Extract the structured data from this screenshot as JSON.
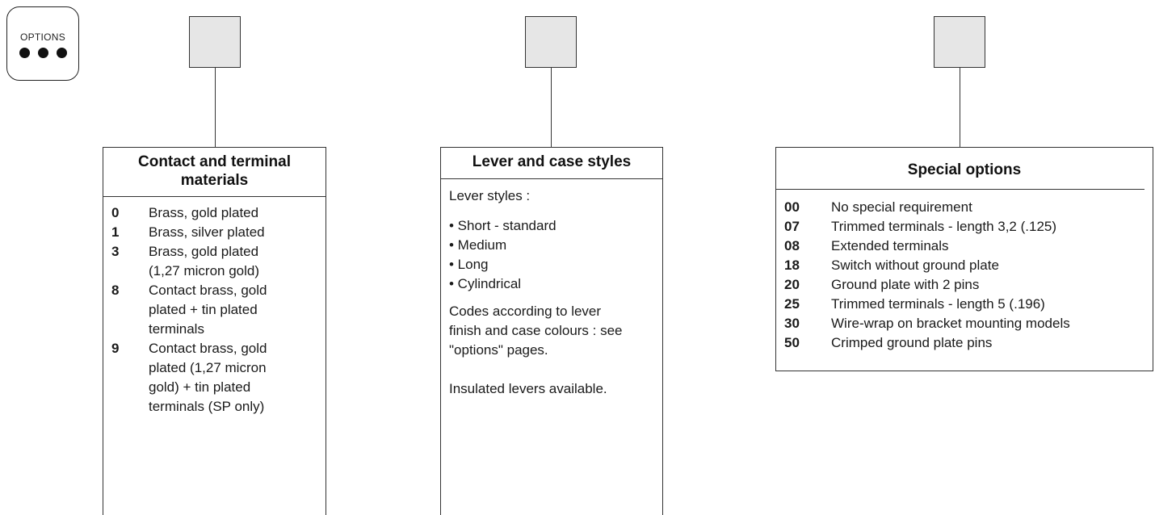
{
  "options_badge": {
    "label": "OPTIONS"
  },
  "contact_panel": {
    "title_line1": "Contact and terminal",
    "title_line2": "materials",
    "items": [
      {
        "code": "0",
        "lines": [
          "Brass, gold plated"
        ]
      },
      {
        "code": "1",
        "lines": [
          "Brass, silver plated"
        ]
      },
      {
        "code": "3",
        "lines": [
          "Brass, gold plated",
          "(1,27 micron gold)"
        ]
      },
      {
        "code": "8",
        "lines": [
          "Contact brass, gold",
          "plated + tin plated",
          "terminals"
        ]
      },
      {
        "code": "9",
        "lines": [
          "Contact brass, gold",
          "plated (1,27 micron",
          "gold) + tin plated",
          "terminals (SP only)"
        ]
      }
    ]
  },
  "lever_panel": {
    "title": "Lever and case styles",
    "intro": "Lever styles :",
    "styles": [
      "• Short - standard",
      "• Medium",
      "• Long",
      "• Cylindrical"
    ],
    "codes_note": [
      "Codes according to lever",
      "finish and case colours : see",
      "\"options\" pages."
    ],
    "insulated_note": "Insulated levers available."
  },
  "special_panel": {
    "title": "Special options",
    "items": [
      {
        "code": "00",
        "desc": "No special requirement"
      },
      {
        "code": "07",
        "desc": "Trimmed terminals  - length 3,2 (.125)"
      },
      {
        "code": "08",
        "desc": "Extended terminals"
      },
      {
        "code": "18",
        "desc": "Switch without ground plate"
      },
      {
        "code": "20",
        "desc": "Ground plate with 2 pins"
      },
      {
        "code": "25",
        "desc": "Trimmed terminals  - length 5 (.196)"
      },
      {
        "code": "30",
        "desc": "Wire-wrap on bracket mounting models"
      },
      {
        "code": "50",
        "desc": "Crimped ground plate pins"
      }
    ]
  }
}
